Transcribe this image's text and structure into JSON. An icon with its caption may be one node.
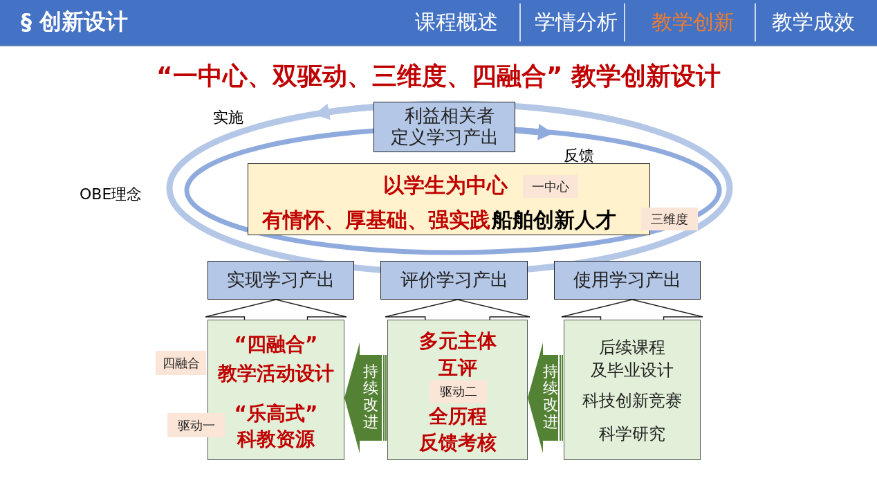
{
  "diagram": {
    "title": "“一中心、双驱动、三维度、四融合” 教学创新设计",
    "nodes": [
      {
        "text": [
          "利益相关者定义学习产出"
        ]
      },
      {
        "text": [
          "以学生为中心",
          "有情怀、厚基础、强实践",
          "船舶创新人才"
        ]
      },
      {
        "text": [
          "实现学习产出"
        ]
      },
      {
        "text": [
          "评价学习产出"
        ]
      },
      {
        "text": [
          "使用学习产出"
        ]
      },
      {
        "text": [
          "“四融合”",
          "教学活动设计",
          "“乐高式”",
          "科教资源"
        ]
      },
      {
        "text": [
          "多元主体",
          "互评",
          "全历程",
          "反馈考核"
        ]
      },
      {
        "text": [
          "后续课程",
          "及毕业设计",
          "科技创新竞赛",
          "科学研究"
        ]
      },
      {
        "text": [
          "四融合"
        ]
      },
      {
        "text": [
          "驱动一"
        ]
      },
      {
        "text": [
          "驱动二"
        ],
        "in": 6
      },
      {
        "text": [
          "一中心"
        ],
        "in": 1
      },
      {
        "text": [
          "三维度"
        ]
      }
    ],
    "edges": [
      {
        "from": 5,
        "to": 2,
        "arrow": "to",
        "style": "thick"
      },
      {
        "from": 6,
        "to": 3,
        "arrow": "to",
        "style": "thick"
      },
      {
        "from": 7,
        "to": 4,
        "arrow": "to",
        "style": "thick"
      },
      {
        "from": 6,
        "to": 5,
        "arrow": "to",
        "style": "thick",
        "color": "#548235",
        "label": "持续改进"
      },
      {
        "from": 7,
        "to": 6,
        "arrow": "to",
        "style": "thick",
        "color": "#548235",
        "label": "持续改进"
      },
      {
        "from": 0,
        "to": null,
        "arrow": "to",
        "color": "#b4c7e7"
      },
      {
        "from": 0,
        "to": null,
        "arrow": "to",
        "color": "#8faadc"
      }
    ],
    "labels": [
      "§ 创新设计",
      "课程概述",
      "学情分析",
      "教学创新",
      "教学成效",
      "OBE理念",
      "实施",
      "反馈"
    ]
  }
}
